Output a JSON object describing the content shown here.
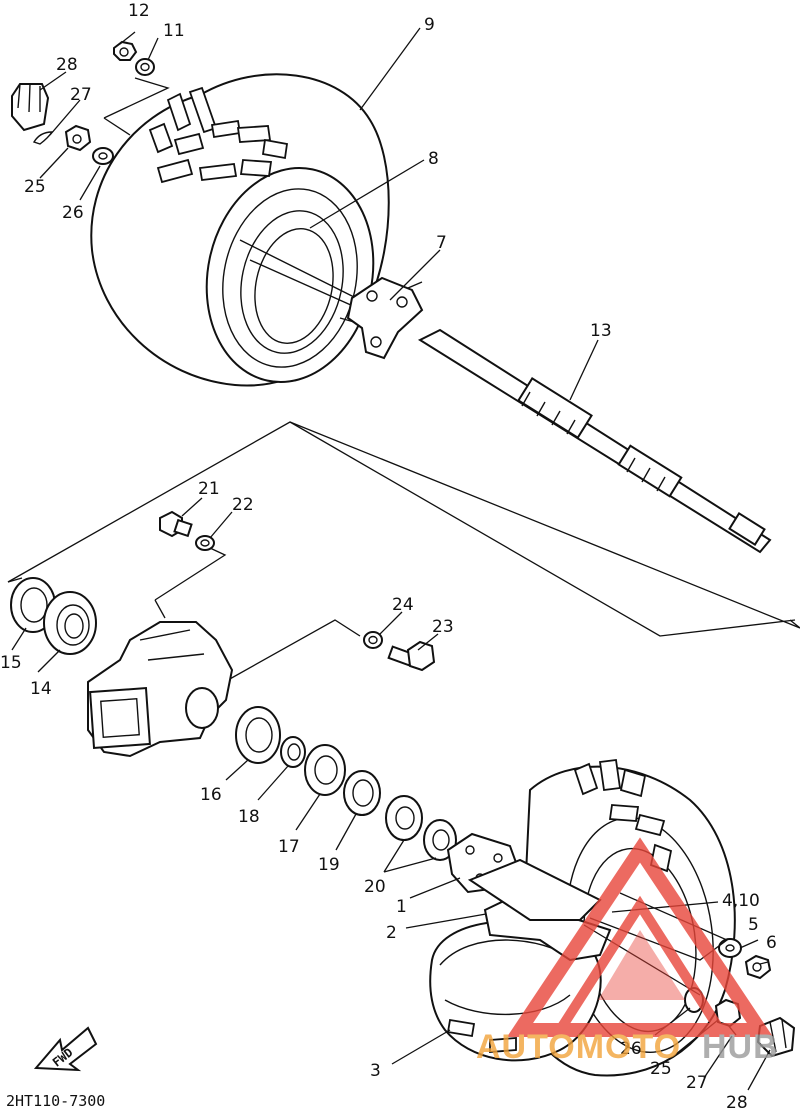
{
  "diagram": {
    "drawing_code": "2HT110-7300",
    "direction_arrow": "FWD",
    "watermark": {
      "brand_left": "AUTOMOTO",
      "brand_right": "HUB",
      "color_red": "#e8463a",
      "color_orange": "#f2a33a",
      "color_gray": "#9a9a9a"
    },
    "labels": {
      "l1": "1",
      "l2": "2",
      "l3": "3",
      "l4_10": "4,10",
      "l5": "5",
      "l6": "6",
      "l7": "7",
      "l8": "8",
      "l9": "9",
      "l11": "11",
      "l12": "12",
      "l13": "13",
      "l14": "14",
      "l15": "15",
      "l16": "16",
      "l17": "17",
      "l18": "18",
      "l19": "19",
      "l20": "20",
      "l21": "21",
      "l22": "22",
      "l23": "23",
      "l24": "24",
      "l25_top": "25",
      "l26_top": "26",
      "l27_top": "27",
      "l28_top": "28",
      "l25_bot": "25",
      "l26_bot": "26",
      "l27_bot": "27",
      "l28_bot": "28"
    }
  }
}
